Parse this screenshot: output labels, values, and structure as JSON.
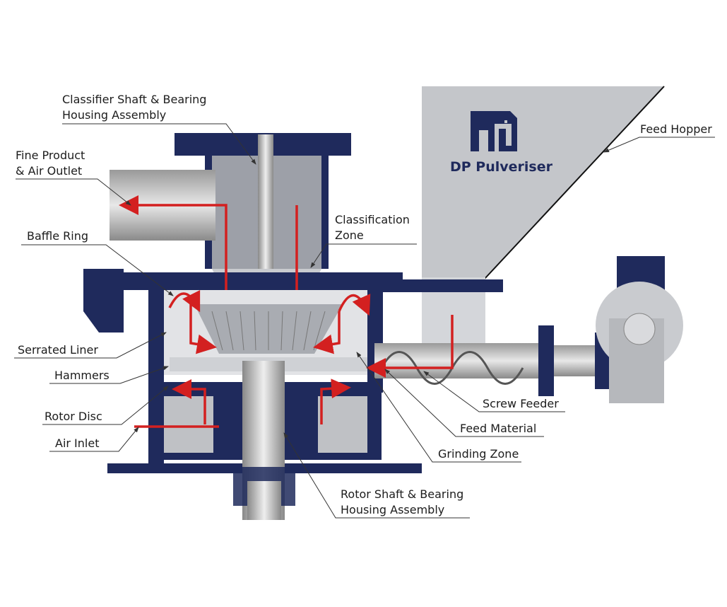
{
  "brand": {
    "name": "DP Pulveriser",
    "color": "#1f2a5c"
  },
  "colors": {
    "housing": "#1f2a5c",
    "flow_arrows": "#d32020",
    "hopper": "#c4c6ca"
  },
  "labels": {
    "classifier_shaft": [
      "Classifier Shaft & Bearing",
      "Housing Assembly"
    ],
    "feed_hopper": "Feed Hopper",
    "fine_product": [
      "Fine Product",
      "& Air Outlet"
    ],
    "classification_zone": [
      "Classification",
      "Zone"
    ],
    "baffle_ring": "Baffle Ring",
    "serrated_liner": "Serrated Liner",
    "hammers": "Hammers",
    "rotor_disc": "Rotor Disc",
    "air_inlet": "Air Inlet",
    "screw_feeder": "Screw Feeder",
    "feed_material": "Feed Material",
    "grinding_zone": "Grinding Zone",
    "rotor_shaft": [
      "Rotor Shaft & Bearing",
      "Housing Assembly"
    ]
  }
}
